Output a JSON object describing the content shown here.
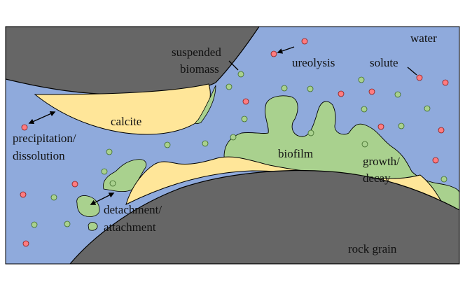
{
  "labels": {
    "water": "water",
    "suspended_biomass": [
      "suspended",
      "biomass"
    ],
    "ureolysis": "ureolysis",
    "solute": "solute",
    "calcite": "calcite",
    "precipitation_dissolution": [
      "precipitation/",
      "dissolution"
    ],
    "biofilm": "biofilm",
    "growth_decay": [
      "growth/",
      "decay"
    ],
    "detachment_attachment": [
      "detachment/",
      "attachment"
    ],
    "rock_grain": "rock grain"
  },
  "colors": {
    "water": "#8faadc",
    "rock": "#666666",
    "calcite": "#ffe699",
    "biofilm": "#a9d18e",
    "solute_dot": "#ff7c80",
    "biomass_dot": "#a9d18e",
    "outline": "#000000"
  }
}
